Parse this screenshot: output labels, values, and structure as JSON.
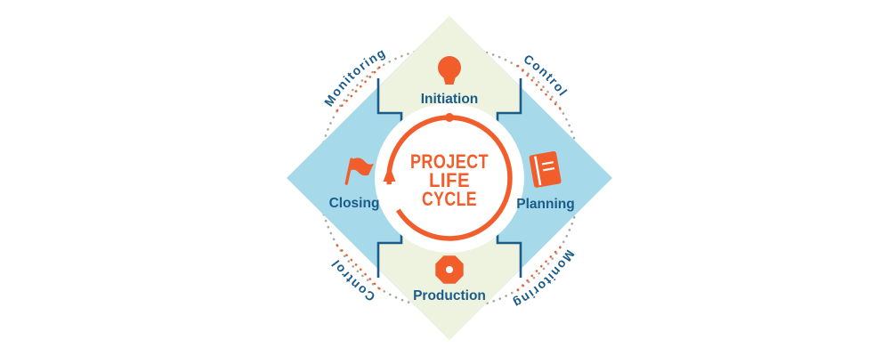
{
  "diagram": {
    "title": [
      "PROJECT",
      "LIFE",
      "CYCLE"
    ],
    "phases": [
      {
        "label": "Initiation",
        "icon": "lightbulb-icon",
        "position": "top"
      },
      {
        "label": "Planning",
        "icon": "notebook-icon",
        "position": "right"
      },
      {
        "label": "Production",
        "icon": "octagon-machine-icon",
        "position": "bottom"
      },
      {
        "label": "Closing",
        "icon": "flag-icon",
        "position": "left"
      }
    ],
    "ring_labels": [
      {
        "text": "Monitoring",
        "position": "top-left"
      },
      {
        "text": "Control",
        "position": "top-right"
      },
      {
        "text": "Monitoring",
        "position": "bottom-right"
      },
      {
        "text": "Control",
        "position": "bottom-left"
      }
    ],
    "colors": {
      "orange": "#F15E2C",
      "light_blue": "#A6DAEA",
      "pale_green": "#EEF3E0",
      "navy": "#1B5B8A",
      "dot_gray": "#A8A89E",
      "background": "#FFFFFF"
    }
  }
}
